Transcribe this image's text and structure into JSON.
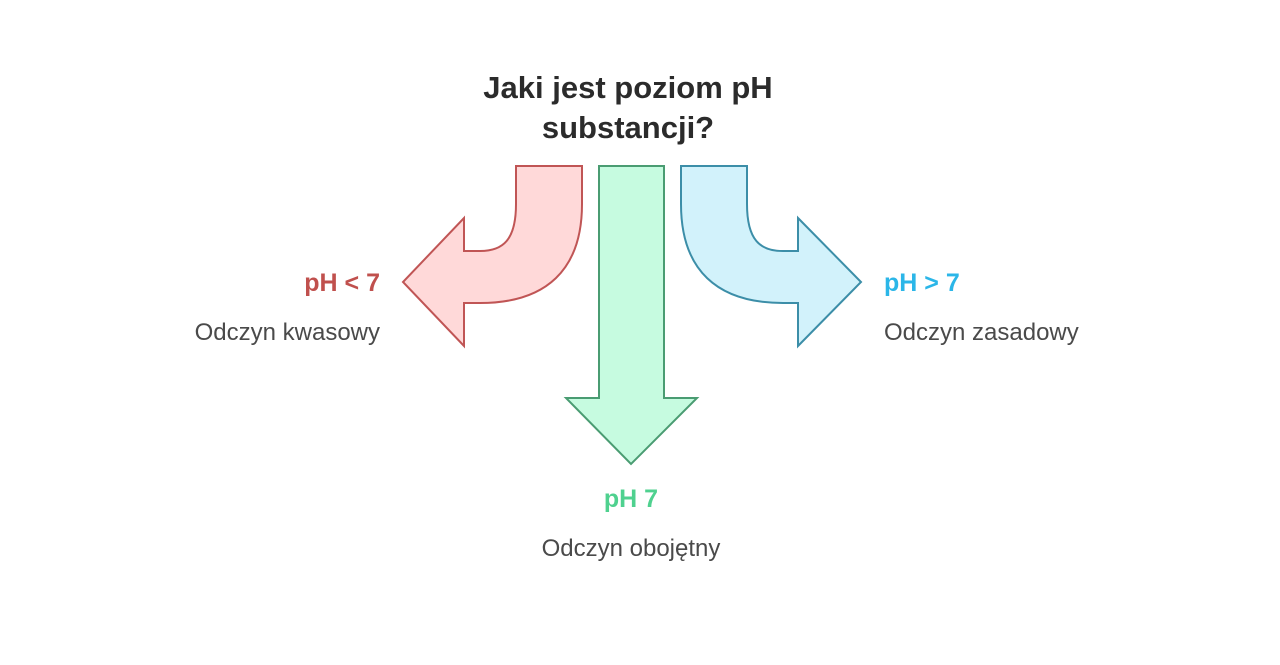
{
  "title": {
    "line1": "Jaki jest poziom pH",
    "line2": "substancji?"
  },
  "branches": {
    "acidic": {
      "heading": "pH < 7",
      "description": "Odczyn kwasowy",
      "color": "#c0504d",
      "fill": "#ffd9d9",
      "stroke": "#c05555"
    },
    "neutral": {
      "heading": "pH 7",
      "description": "Odczyn obojętny",
      "color": "#4fd18f",
      "fill": "#c6fbe0",
      "stroke": "#4a9c72"
    },
    "basic": {
      "heading": "pH > 7",
      "description": "Odczyn zasadowy",
      "color": "#2bb6e8",
      "fill": "#d2f2fb",
      "stroke": "#3c8ea8"
    }
  }
}
